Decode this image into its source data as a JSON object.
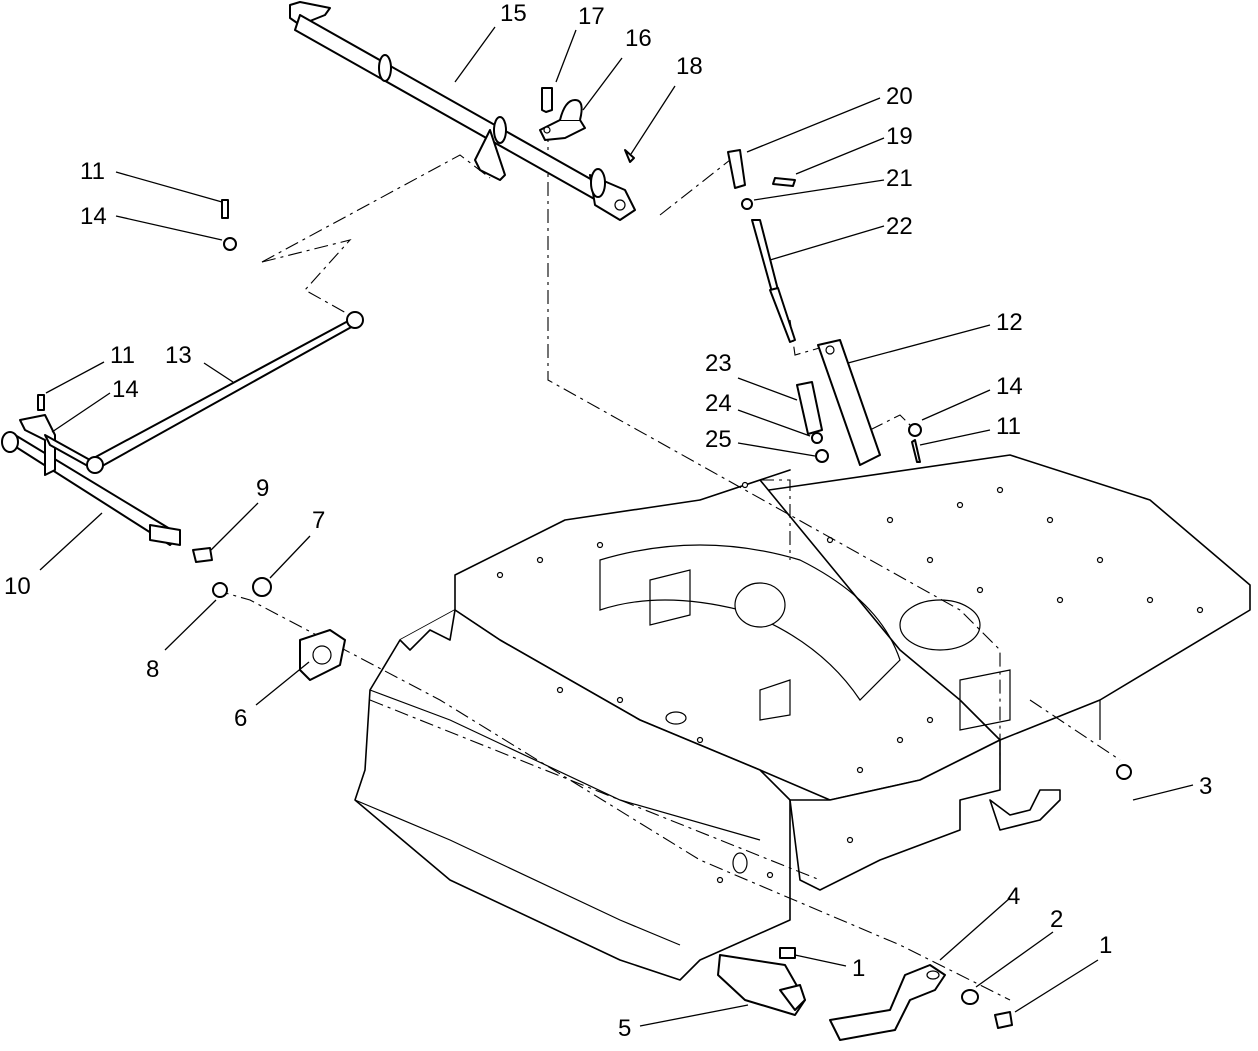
{
  "callouts": [
    {
      "label": "15"
    },
    {
      "label": "17"
    },
    {
      "label": "16"
    },
    {
      "label": "18"
    },
    {
      "label": "20"
    },
    {
      "label": "19"
    },
    {
      "label": "21"
    },
    {
      "label": "22"
    },
    {
      "label": "12"
    },
    {
      "label": "11"
    },
    {
      "label": "14"
    },
    {
      "label": "11"
    },
    {
      "label": "13"
    },
    {
      "label": "14"
    },
    {
      "label": "23"
    },
    {
      "label": "24"
    },
    {
      "label": "25"
    },
    {
      "label": "14"
    },
    {
      "label": "11"
    },
    {
      "label": "9"
    },
    {
      "label": "7"
    },
    {
      "label": "10"
    },
    {
      "label": "8"
    },
    {
      "label": "6"
    },
    {
      "label": "3"
    },
    {
      "label": "4"
    },
    {
      "label": "2"
    },
    {
      "label": "1"
    },
    {
      "label": "1"
    },
    {
      "label": "5"
    }
  ]
}
